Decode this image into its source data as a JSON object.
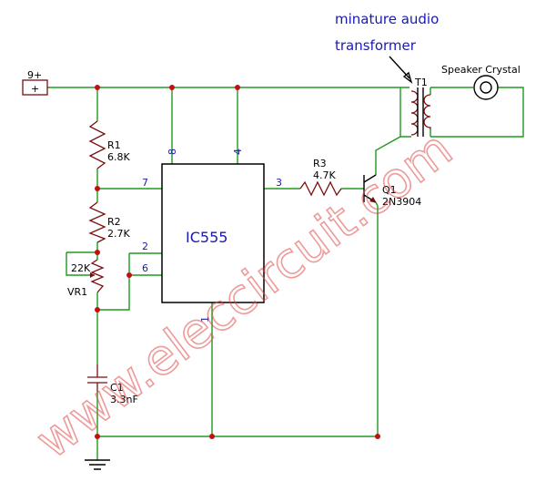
{
  "annotation": {
    "line1": "minature  audio",
    "line2": "transformer"
  },
  "supply": {
    "label": "9+",
    "symbol": "+"
  },
  "ic": {
    "name": "IC555",
    "pins": {
      "p8": "8",
      "p4": "4",
      "p7": "7",
      "p3": "3",
      "p2": "2",
      "p6": "6",
      "p1": "1"
    }
  },
  "r1": {
    "ref": "R1",
    "value": "6.8K"
  },
  "r2": {
    "ref": "R2",
    "value": "2.7K"
  },
  "vr1": {
    "ref": "VR1",
    "value": "22K"
  },
  "c1": {
    "ref": "C1",
    "value": "3.3nF"
  },
  "r3": {
    "ref": "R3",
    "value": "4.7K"
  },
  "q1": {
    "ref": "Q1",
    "value": "2N3904"
  },
  "t1": {
    "ref": "T1"
  },
  "speaker": {
    "label": "Speaker Crystal"
  },
  "watermark": "www.eleccircuit.com",
  "colors": {
    "wire": "#1e9a1e",
    "component": "#7a0f0f",
    "junction": "#c01010",
    "pin_text": "#1a1ab0",
    "watermark": "#e04848"
  }
}
